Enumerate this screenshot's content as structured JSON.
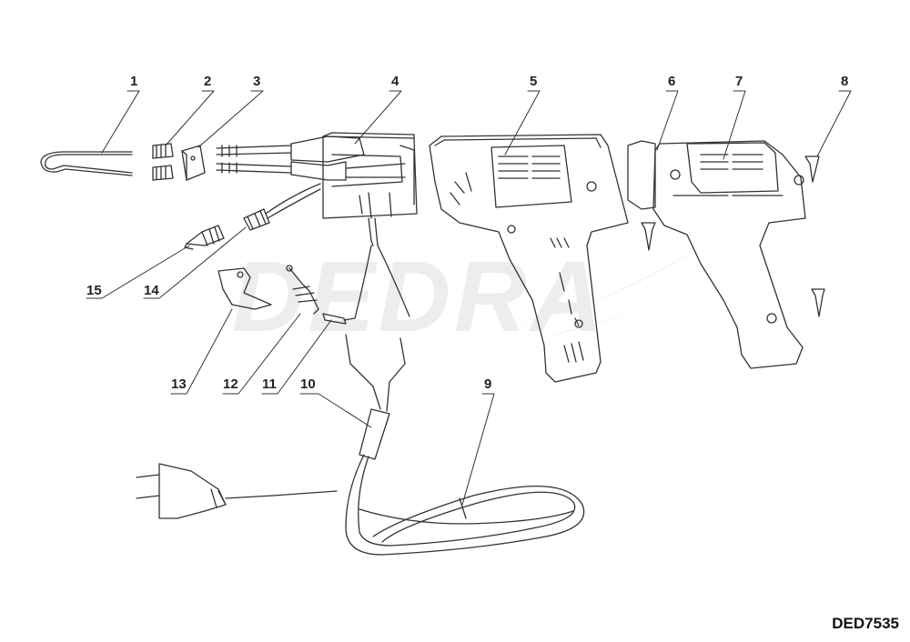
{
  "watermark": {
    "text": "DEDRA"
  },
  "model_code": "DED7535",
  "callouts": [
    {
      "id": "c1",
      "label": "1"
    },
    {
      "id": "c2",
      "label": "2"
    },
    {
      "id": "c3",
      "label": "3"
    },
    {
      "id": "c4",
      "label": "4"
    },
    {
      "id": "c5",
      "label": "5"
    },
    {
      "id": "c6",
      "label": "6"
    },
    {
      "id": "c7",
      "label": "7"
    },
    {
      "id": "c8",
      "label": "8"
    },
    {
      "id": "c9",
      "label": "9"
    },
    {
      "id": "c10",
      "label": "10"
    },
    {
      "id": "c11",
      "label": "11"
    },
    {
      "id": "c12",
      "label": "12"
    },
    {
      "id": "c13",
      "label": "13"
    },
    {
      "id": "c14",
      "label": "14"
    },
    {
      "id": "c15",
      "label": "15"
    }
  ],
  "colors": {
    "line": "#333333",
    "watermark": "#ededed",
    "text": "#111111"
  }
}
